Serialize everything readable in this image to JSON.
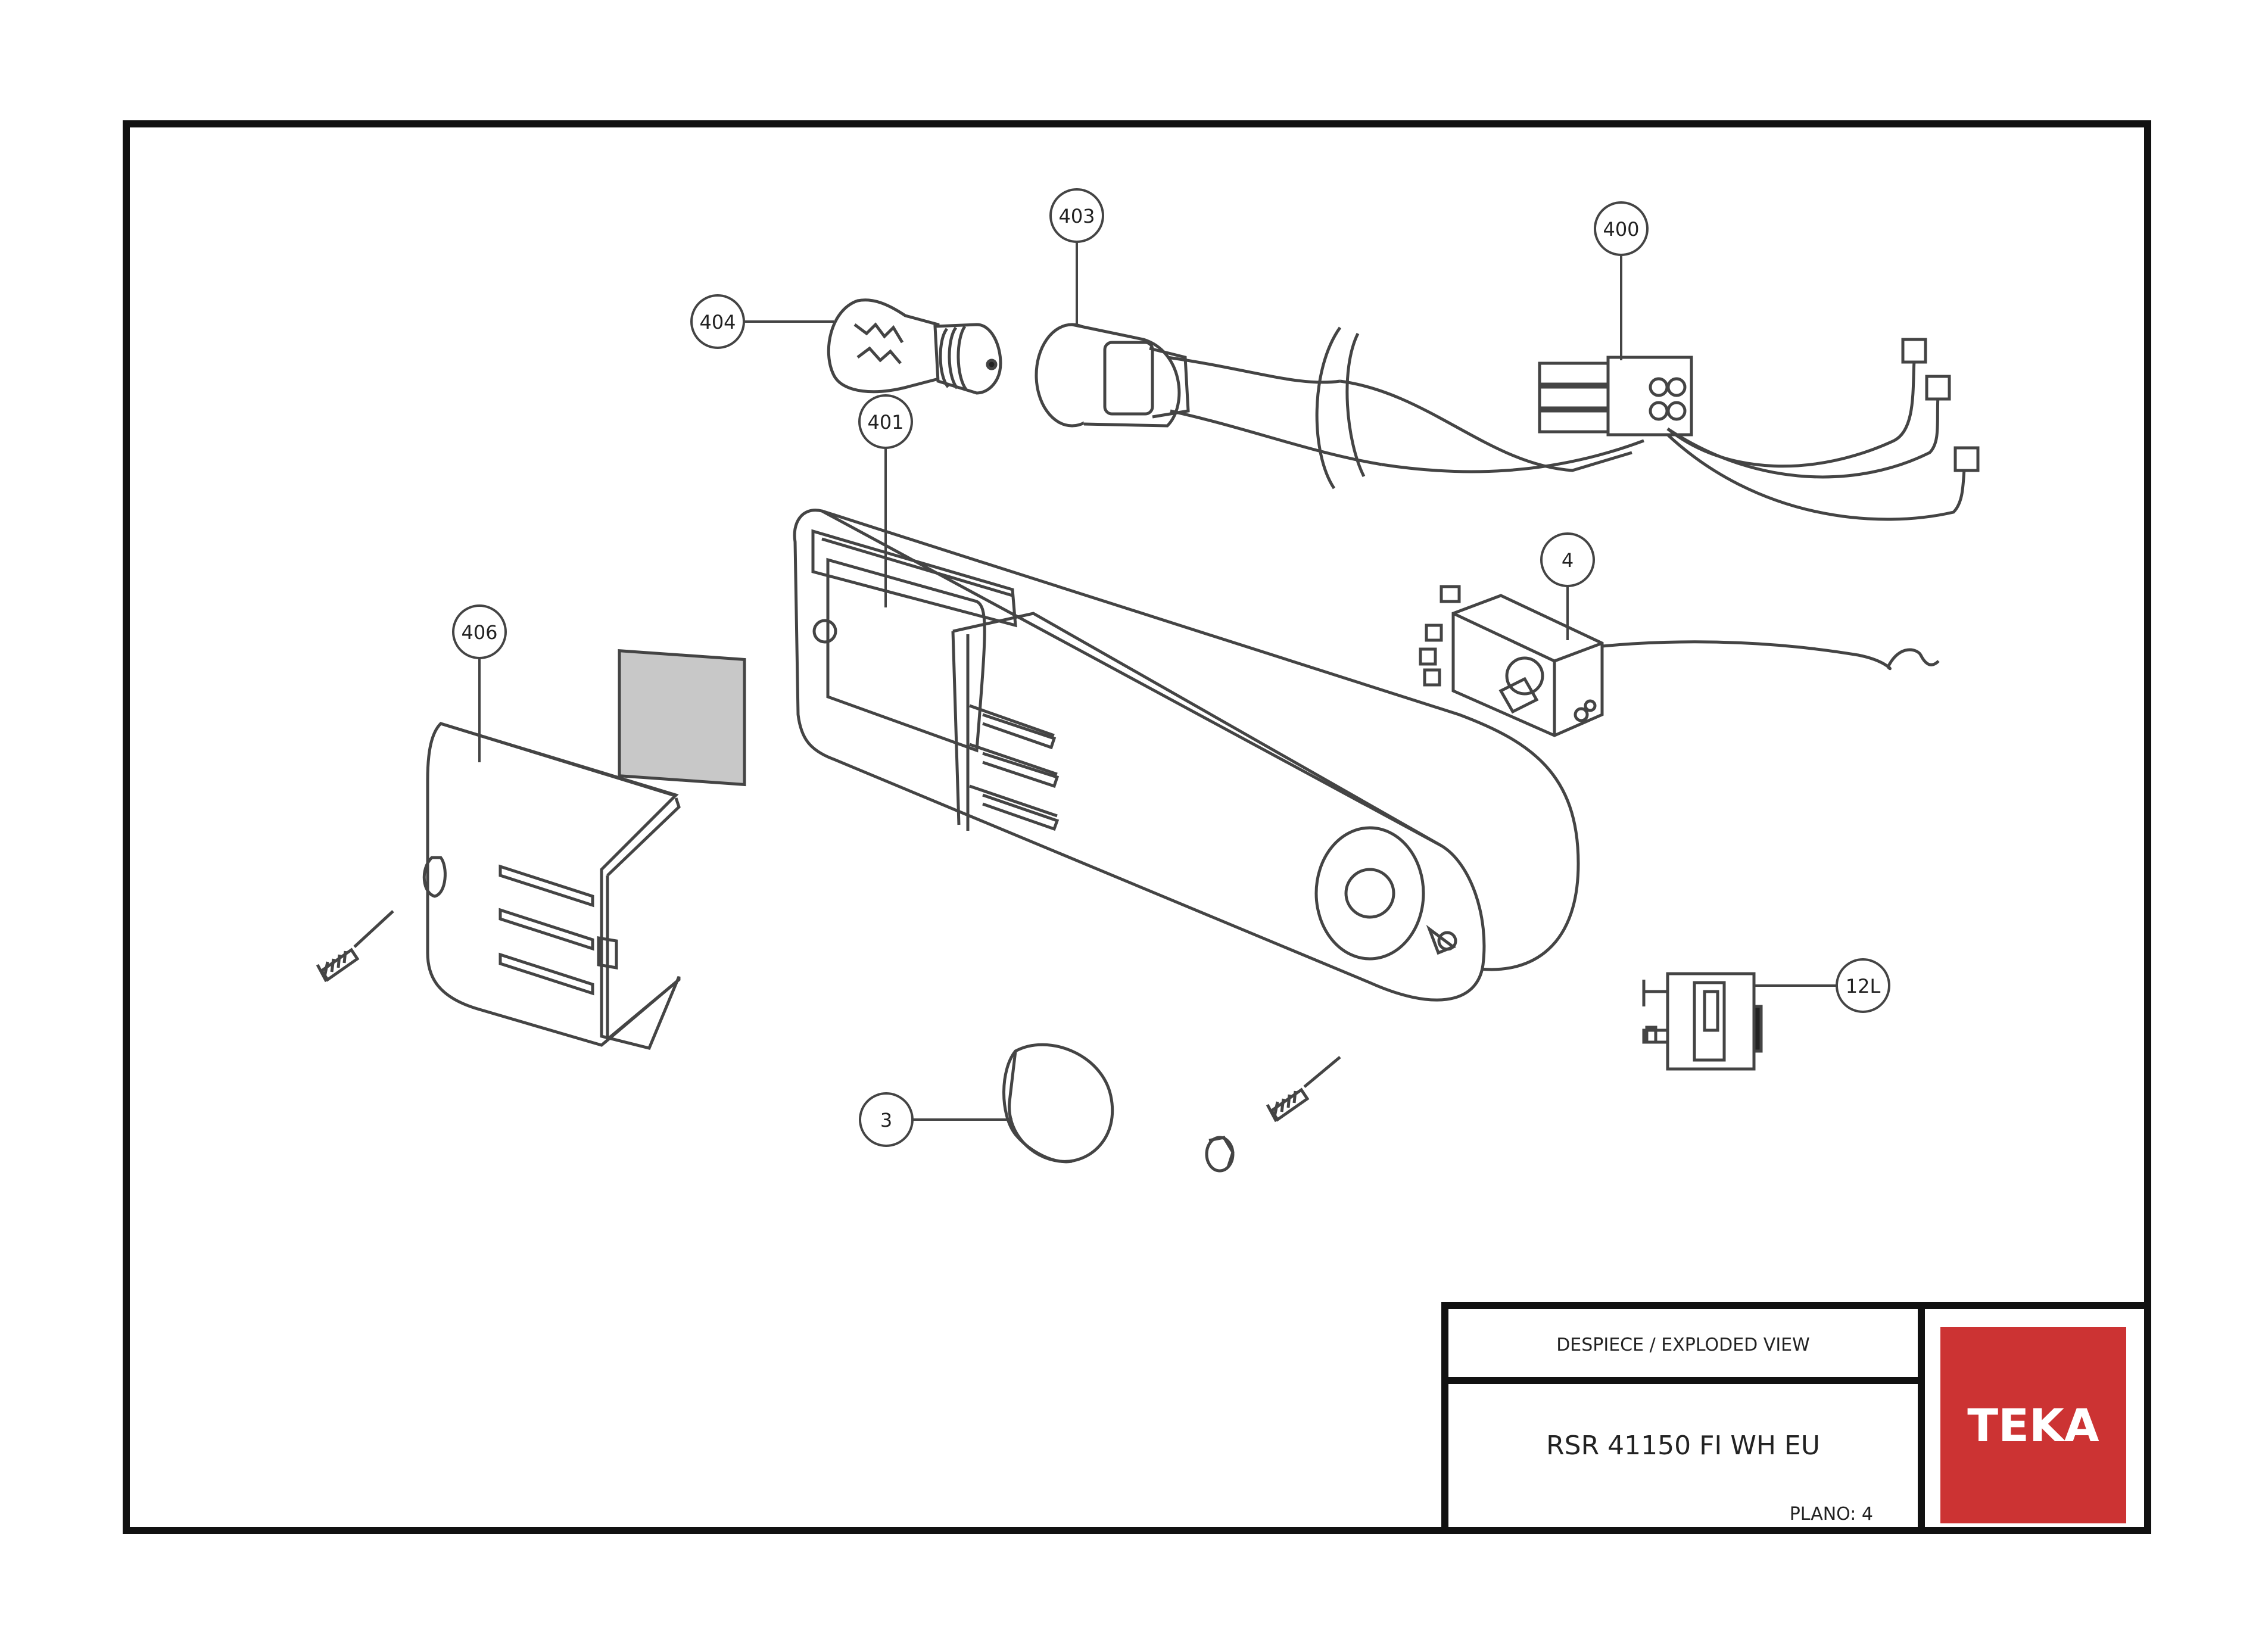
{
  "callouts": {
    "c404": "404",
    "c403": "403",
    "c400": "400",
    "c401": "401",
    "c4": "4",
    "c406": "406",
    "c12l": "12L",
    "c3": "3"
  },
  "title_block": {
    "view_title": "DESPIECE / EXPLODED VIEW",
    "model": "RSR 41150 FI WH EU",
    "sheet": "PLANO: 4",
    "brand": "TEKA",
    "brand_color": "#cc3333"
  },
  "colors": {
    "line": "#444444",
    "frame": "#111111",
    "diffuser_fill": "#c8c8c8"
  }
}
